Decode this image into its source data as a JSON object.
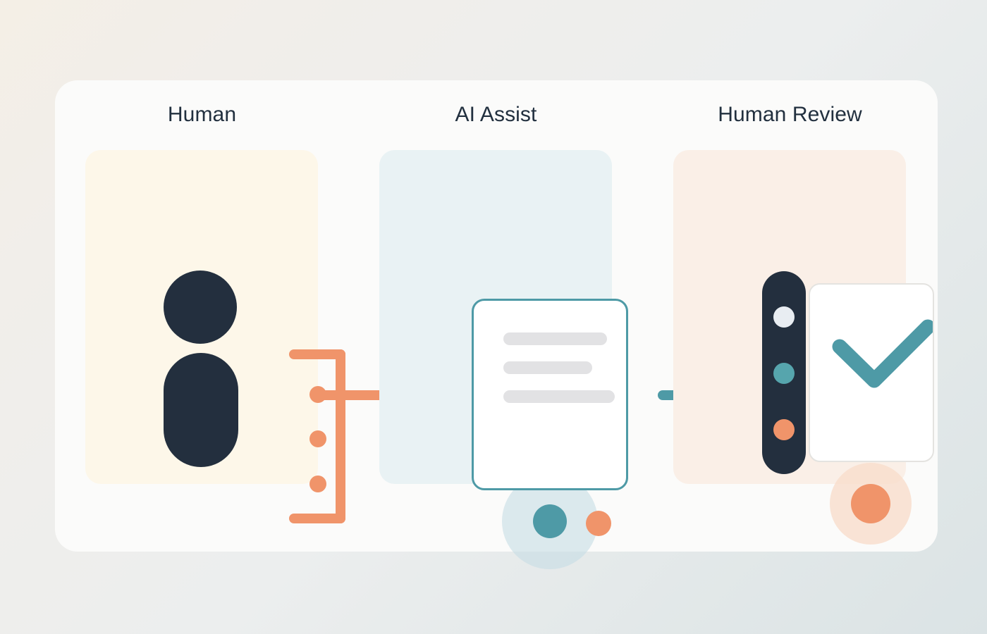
{
  "diagram": {
    "title": "Human / AI Assist / Human Review workflow",
    "background": {
      "gradient_from": "#f4efe6",
      "gradient_to": "#dbe3e5"
    },
    "card": {
      "background": "#fbfbfa"
    },
    "columns": [
      {
        "id": "human",
        "label": "Human",
        "panel_color": "#fdf7e9",
        "accent_color": "#f0946a",
        "figure_color": "#232f3e",
        "icons": [
          {
            "name": "person-icon",
            "parts": [
              "head",
              "body"
            ]
          },
          {
            "name": "bracket-icon",
            "dot_count": 3,
            "dot_color": "#f0946a"
          }
        ]
      },
      {
        "id": "ai-assist",
        "label": "AI Assist",
        "panel_color": "#e9f2f4",
        "accent_color": "#4e9aa6",
        "icons": [
          {
            "name": "document-icon",
            "line_count": 3,
            "line_color": "#e2e2e4",
            "border_color": "#4e9aa6"
          },
          {
            "name": "processing-dots-icon",
            "halo_color": "#c6dde5",
            "dot_colors": [
              "#4e9aa6",
              "#f0946a"
            ]
          }
        ]
      },
      {
        "id": "human-review",
        "label": "Human Review",
        "panel_color": "#faefe7",
        "accent_color": "#f0946a",
        "icons": [
          {
            "name": "review-sidebar-icon",
            "background": "#232f3e",
            "dot_colors": [
              "#e8edf2",
              "#56a5ad",
              "#f0946a"
            ]
          },
          {
            "name": "checkmark-icon",
            "color": "#4e9aa6",
            "card_background": "#ffffff"
          },
          {
            "name": "status-indicator-icon",
            "halo_color": "#f9ddcc",
            "core_color": "#f0946a"
          }
        ]
      }
    ],
    "connectors": [
      {
        "id": "human-to-ai",
        "name": "arrow-left-orange",
        "color": "#f0946a",
        "direction": "left"
      },
      {
        "id": "ai-to-review",
        "name": "arrow-left-teal",
        "color": "#4e9aa6",
        "direction": "left"
      }
    ]
  }
}
